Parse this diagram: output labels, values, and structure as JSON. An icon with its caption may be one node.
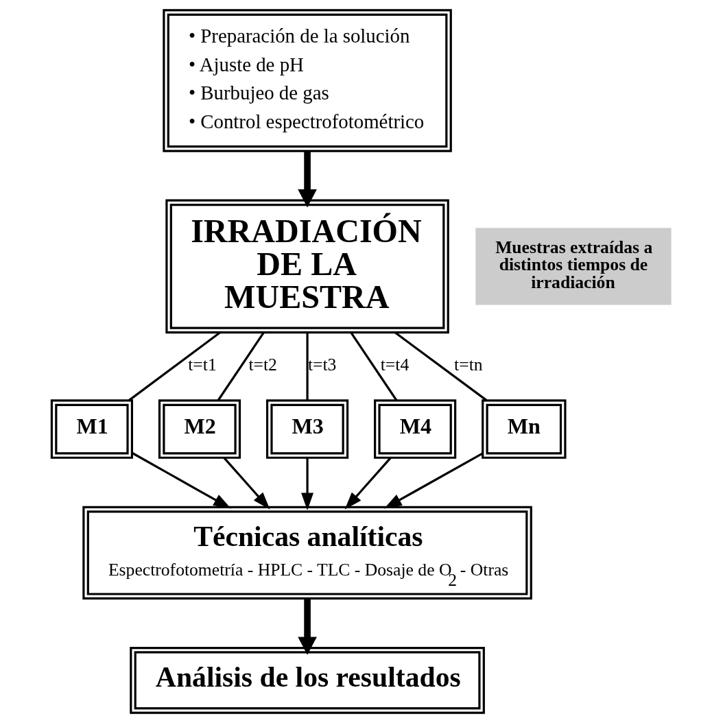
{
  "diagram": {
    "nodes": [
      {
        "text": [
          "• Preparación de la solución",
          "• Ajuste de pH",
          "• Burbujeo de gas",
          "• Control espectrofotométrico"
        ]
      },
      {
        "text": [
          "IRRADIACIÓN DE LA MUESTRA"
        ]
      },
      {
        "text": [
          "Muestras extraídas a distintos tiempos de irradiación"
        ]
      },
      {
        "text": [
          "M1"
        ]
      },
      {
        "text": [
          "M2"
        ]
      },
      {
        "text": [
          "M3"
        ]
      },
      {
        "text": [
          "M4"
        ]
      },
      {
        "text": [
          "Mn"
        ]
      },
      {
        "text": [
          "Técnicas analíticas",
          "Espectrofotometría - HPLC - TLC - Dosaje de O$_{2}$ - Otras"
        ]
      },
      {
        "text": [
          "Análisis de los resultados"
        ]
      }
    ],
    "edges": [
      {
        "from": 0,
        "to": 1,
        "arrow": "to",
        "style": "thick"
      },
      {
        "from": 1,
        "to": 3,
        "arrow": "none",
        "label": "t=t1"
      },
      {
        "from": 1,
        "to": 4,
        "arrow": "none",
        "label": "t=t2"
      },
      {
        "from": 1,
        "to": 5,
        "arrow": "none",
        "label": "t=t3"
      },
      {
        "from": 1,
        "to": 6,
        "arrow": "none",
        "label": "t=t4"
      },
      {
        "from": 1,
        "to": 7,
        "arrow": "none",
        "label": "t=tn"
      },
      {
        "from": 3,
        "to": 8,
        "arrow": "to"
      },
      {
        "from": 4,
        "to": 8,
        "arrow": "to"
      },
      {
        "from": 5,
        "to": 8,
        "arrow": "to"
      },
      {
        "from": 6,
        "to": 8,
        "arrow": "to"
      },
      {
        "from": 7,
        "to": 8,
        "arrow": "to"
      },
      {
        "from": 8,
        "to": 9,
        "arrow": "to",
        "style": "thick"
      }
    ]
  }
}
